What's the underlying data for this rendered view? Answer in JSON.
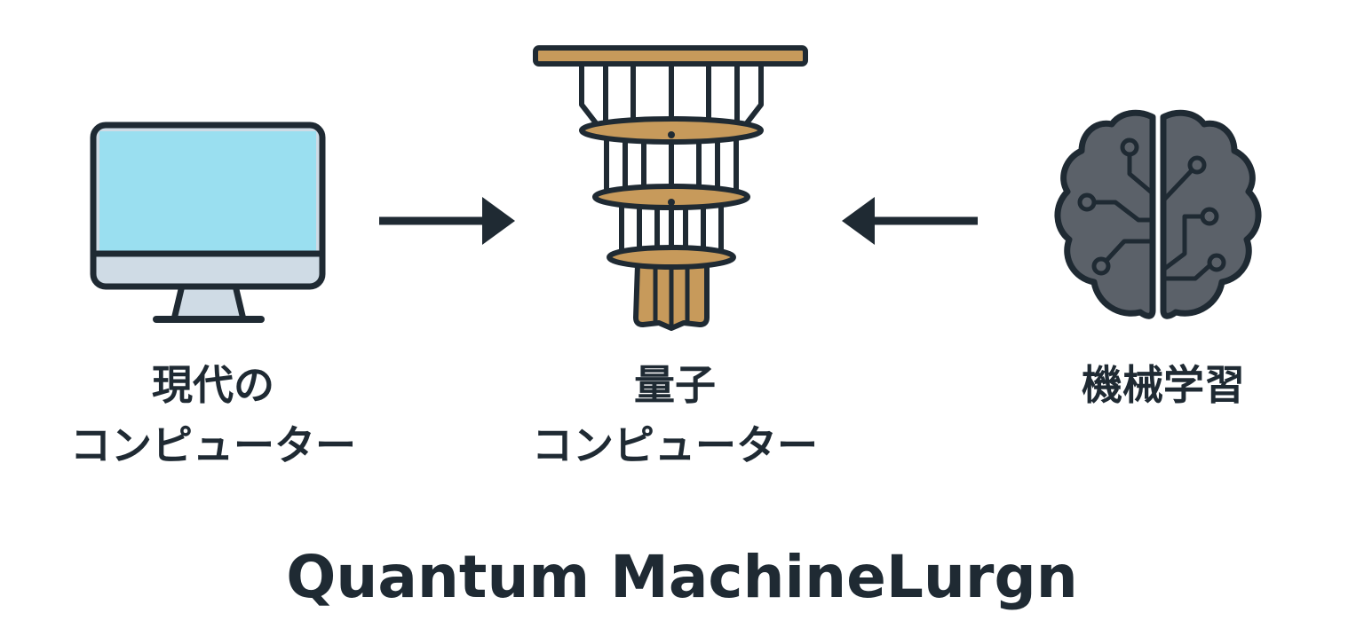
{
  "nodes": {
    "classical_computer": {
      "line1": "現代の",
      "line2": "コンピューター",
      "icon": "desktop-monitor-icon"
    },
    "quantum_computer": {
      "line1": "量子",
      "line2": "コンピューター",
      "icon": "quantum-chandelier-icon"
    },
    "machine_learning": {
      "line1": "機械学習",
      "icon": "circuit-brain-icon"
    }
  },
  "edges": [
    {
      "from": "classical_computer",
      "to": "quantum_computer",
      "direction": "right"
    },
    {
      "from": "machine_learning",
      "to": "quantum_computer",
      "direction": "left"
    }
  ],
  "title": "Quantum MachineLurgn",
  "colors": {
    "outline": "#1f2a33",
    "screen": "#9adff0",
    "monitor_base": "#cfdbe5",
    "quantum_gold": "#c79a5b",
    "brain_gray": "#5b6169"
  }
}
